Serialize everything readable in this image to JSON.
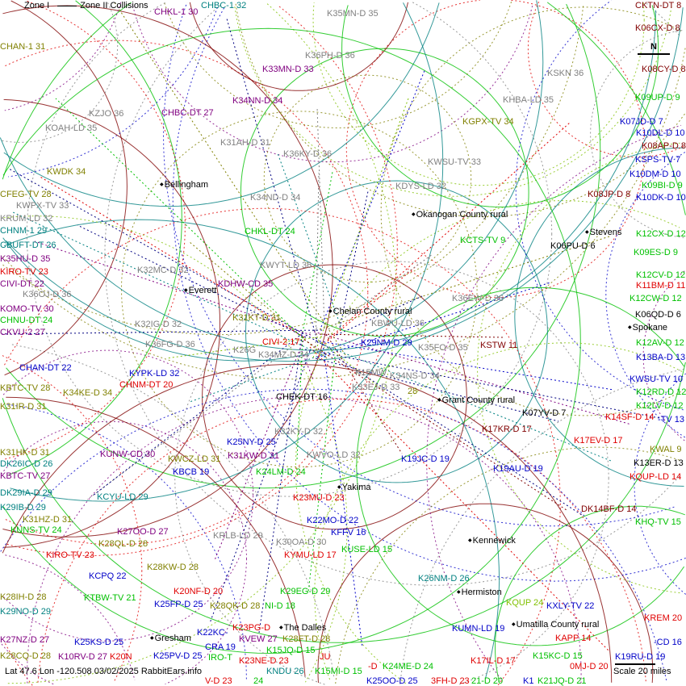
{
  "legend": {
    "zone1": "Zone I",
    "zone2": "Zone II Collisions"
  },
  "footer": "Lat 47.6 Lon -120.508 03/02/2025 RabbitEars.info",
  "scale": "Scale 20 miles",
  "north": "N",
  "colors": {
    "darkred": "#800000",
    "red": "#e00000",
    "blue": "#0000c8",
    "green": "#00c000",
    "olive": "#808000",
    "purple": "#800080",
    "teal": "#008080",
    "gray": "#808080",
    "black": "#000000",
    "lime": "#80c000"
  },
  "cities": [
    "Bellingham",
    "Okanogan County rural",
    "Stevens",
    "Everett",
    "Chelan County rural",
    "Spokane",
    "Grant County rural",
    "Yakima",
    "Kennewick",
    "Hermiston",
    "Umatilla County rural",
    "The Dalles",
    "Gresham"
  ],
  "stations": [
    {
      "text": "CHKL-1 30",
      "color": "purple"
    },
    {
      "text": "CHBC-1 32",
      "color": "teal"
    },
    {
      "text": "K35MN-D 35",
      "color": "gray"
    },
    {
      "text": "CKTN-DT 8",
      "color": "darkred"
    },
    {
      "text": "K06CX-D 8",
      "color": "darkred"
    },
    {
      "text": "CHAN-1 31",
      "color": "olive"
    },
    {
      "text": "K36PH-D 36",
      "color": "gray"
    },
    {
      "text": "K08CY-D 8",
      "color": "darkred"
    },
    {
      "text": "K33MN-D 33",
      "color": "purple"
    },
    {
      "text": "KSKN 36",
      "color": "gray"
    },
    {
      "text": "K09UP-D 9",
      "color": "green"
    },
    {
      "text": "KHBA-LD 35",
      "color": "gray"
    },
    {
      "text": "K34NN-D 34",
      "color": "purple"
    },
    {
      "text": "KZJO 36",
      "color": "gray"
    },
    {
      "text": "CHBC-DT 27",
      "color": "purple"
    },
    {
      "text": "KGPX-TV 34",
      "color": "olive"
    },
    {
      "text": "K07JD-D 7",
      "color": "blue"
    },
    {
      "text": "K10DL-D 10",
      "color": "blue"
    },
    {
      "text": "KOAH-LD 35",
      "color": "gray"
    },
    {
      "text": "K08AP-D 8",
      "color": "darkred"
    },
    {
      "text": "KSPS-TV 7",
      "color": "blue"
    },
    {
      "text": "K31AH-D 31",
      "color": "gray"
    },
    {
      "text": "K36KY-D 36",
      "color": "gray"
    },
    {
      "text": "KWSU-TV 33",
      "color": "gray"
    },
    {
      "text": "K10DM-D 10",
      "color": "blue"
    },
    {
      "text": "KWDK 34",
      "color": "olive"
    },
    {
      "text": "K09BI-D 9",
      "color": "green"
    },
    {
      "text": "KDYS-LD 32",
      "color": "gray"
    },
    {
      "text": "K10DK-D 10",
      "color": "blue"
    },
    {
      "text": "CFEG-TV 28",
      "color": "olive"
    },
    {
      "text": "K08JP-D 8",
      "color": "darkred"
    },
    {
      "text": "KWPX-TV 33",
      "color": "gray"
    },
    {
      "text": "K34ND-D 34",
      "color": "gray"
    },
    {
      "text": "KRUM-LD 32",
      "color": "gray"
    },
    {
      "text": "CHNM-1 29",
      "color": "teal"
    },
    {
      "text": "CHKL-DT 24",
      "color": "green"
    },
    {
      "text": "K12CX-D 12",
      "color": "green"
    },
    {
      "text": "CBUFT-DT 26",
      "color": "teal"
    },
    {
      "text": "KCTS-TV 9",
      "color": "green"
    },
    {
      "text": "K06PU-D 6",
      "color": "black"
    },
    {
      "text": "K09ES-D 9",
      "color": "green"
    },
    {
      "text": "K35HU-D 35",
      "color": "purple"
    },
    {
      "text": "KIRO-TV 23",
      "color": "red"
    },
    {
      "text": "KWYT-LD 36",
      "color": "gray"
    },
    {
      "text": "K32MC-D 32",
      "color": "gray"
    },
    {
      "text": "CIVI-DT 22",
      "color": "purple"
    },
    {
      "text": "K12CV-D 12",
      "color": "green"
    },
    {
      "text": "K36OJ-D 36",
      "color": "gray"
    },
    {
      "text": "KDHW-CD 35",
      "color": "purple"
    },
    {
      "text": "K11BM-D 11",
      "color": "red"
    },
    {
      "text": "K12CW-D 12",
      "color": "green"
    },
    {
      "text": "KOMO-TV 30",
      "color": "purple"
    },
    {
      "text": "K36EW-D 36",
      "color": "gray"
    },
    {
      "text": "CHNU-DT 24",
      "color": "green"
    },
    {
      "text": "K06QD-D 6",
      "color": "black"
    },
    {
      "text": "K31KT-D 31",
      "color": "olive"
    },
    {
      "text": "KBWU-LD 36",
      "color": "gray"
    },
    {
      "text": "K32IG-D 32",
      "color": "gray"
    },
    {
      "text": "CKVU-2 27",
      "color": "purple"
    },
    {
      "text": "K36FG-D 36",
      "color": "gray"
    },
    {
      "text": "CIVI-2 17",
      "color": "red"
    },
    {
      "text": "K29NM-D 29",
      "color": "blue"
    },
    {
      "text": "K35FO-D 35",
      "color": "gray"
    },
    {
      "text": "KSTW 11",
      "color": "darkred"
    },
    {
      "text": "K12AV-D 12",
      "color": "green"
    },
    {
      "text": "K13BA-D 13",
      "color": "blue"
    },
    {
      "text": "K26G",
      "color": "gray"
    },
    {
      "text": "K34MZ-D 34",
      "color": "gray"
    },
    {
      "text": "CHAN-DT 22",
      "color": "blue"
    },
    {
      "text": "KYPK-LD 32",
      "color": "blue"
    },
    {
      "text": "K15MW",
      "color": "gray"
    },
    {
      "text": "K34NS-D 34",
      "color": "gray"
    },
    {
      "text": "KWSU-TV 10",
      "color": "blue"
    },
    {
      "text": "CHNM-DT 20",
      "color": "red"
    },
    {
      "text": "KBTC-TV 28",
      "color": "olive"
    },
    {
      "text": "K33EJ-D 33",
      "color": "gray"
    },
    {
      "text": "28",
      "color": "olive"
    },
    {
      "text": "K12RD-D 12",
      "color": "green"
    },
    {
      "text": "K34KE-D 34",
      "color": "olive"
    },
    {
      "text": "CHEK-DT 16",
      "color": "black"
    },
    {
      "text": "K12LV-D 12",
      "color": "green"
    },
    {
      "text": "K31IR-D 31",
      "color": "olive"
    },
    {
      "text": "K07YV-D 7",
      "color": "black"
    },
    {
      "text": "K14SF-D 14",
      "color": "red"
    },
    {
      "text": "-TV 13",
      "color": "blue"
    },
    {
      "text": "K32KY-D 32",
      "color": "gray"
    },
    {
      "text": "K17KR-D 17",
      "color": "darkred"
    },
    {
      "text": "K25NY-D 25",
      "color": "blue"
    },
    {
      "text": "K17EV-D 17",
      "color": "red"
    },
    {
      "text": "K31KW-D 31",
      "color": "purple"
    },
    {
      "text": "KUNW-CD 30",
      "color": "purple"
    },
    {
      "text": "K31HK-D 31",
      "color": "olive"
    },
    {
      "text": "KWAL 9",
      "color": "olive"
    },
    {
      "text": "KWCZ-LD 31",
      "color": "olive"
    },
    {
      "text": "KWVO-LD 32",
      "color": "gray"
    },
    {
      "text": "K19JC-D 19",
      "color": "blue"
    },
    {
      "text": "DK26IC-D 26",
      "color": "teal"
    },
    {
      "text": "K13ER-D 13",
      "color": "black"
    },
    {
      "text": "K19AU-D 19",
      "color": "blue"
    },
    {
      "text": "KBCB 19",
      "color": "blue"
    },
    {
      "text": "K24LM-D 24",
      "color": "green"
    },
    {
      "text": "KBTC-TV 27",
      "color": "purple"
    },
    {
      "text": "KQUP-LD 14",
      "color": "red"
    },
    {
      "text": "DK29IA-D 29",
      "color": "teal"
    },
    {
      "text": "KCYU-LD 29",
      "color": "teal"
    },
    {
      "text": "K23MU-D 23",
      "color": "red"
    },
    {
      "text": "K29IB-D 29",
      "color": "teal"
    },
    {
      "text": "DK14BF-D 14",
      "color": "darkred"
    },
    {
      "text": "K31HZ-D 31",
      "color": "olive"
    },
    {
      "text": "K22MO-D 22",
      "color": "blue"
    },
    {
      "text": "KHQ-TV 15",
      "color": "green"
    },
    {
      "text": "KUNS-TV 24",
      "color": "green"
    },
    {
      "text": "K27OO-D 27",
      "color": "purple"
    },
    {
      "text": "KFFV 16",
      "color": "blue"
    },
    {
      "text": "K28QL-D 28",
      "color": "olive"
    },
    {
      "text": "KRLB-LD 29",
      "color": "gray"
    },
    {
      "text": "K30OA-D 30",
      "color": "gray"
    },
    {
      "text": "KUSE-LD 15",
      "color": "green"
    },
    {
      "text": "KIRO-TV 23",
      "color": "red"
    },
    {
      "text": "KYMU-LD 17",
      "color": "red"
    },
    {
      "text": "K28KW-D 28",
      "color": "olive"
    },
    {
      "text": "KCPQ 22",
      "color": "blue"
    },
    {
      "text": "K26NM-D 26",
      "color": "teal"
    },
    {
      "text": "K20NF-D 20",
      "color": "red"
    },
    {
      "text": "K29EG-D 29",
      "color": "green"
    },
    {
      "text": "K28IH-D 28",
      "color": "olive"
    },
    {
      "text": "KTBW-TV 21",
      "color": "green"
    },
    {
      "text": "K28QK-D 28",
      "color": "olive"
    },
    {
      "text": "NI-D 18",
      "color": "green"
    },
    {
      "text": "KQUP 24",
      "color": "lime"
    },
    {
      "text": "K25FP-D 25",
      "color": "blue"
    },
    {
      "text": "KXLY-TV 22",
      "color": "blue"
    },
    {
      "text": "K29NO-D 29",
      "color": "teal"
    },
    {
      "text": "KREM 20",
      "color": "red"
    },
    {
      "text": "KAPP 14",
      "color": "red"
    },
    {
      "text": "KUMN-LD 19",
      "color": "blue"
    },
    {
      "text": "K28FT-D 28",
      "color": "olive"
    },
    {
      "text": "K27NZ-D 27",
      "color": "purple"
    },
    {
      "text": "KVEW 27",
      "color": "purple"
    },
    {
      "text": "K25PV-D 25",
      "color": "blue"
    },
    {
      "text": "IRO-T",
      "color": "green"
    },
    {
      "text": "K23NE-D 23",
      "color": "red"
    },
    {
      "text": "K28CQ-D 28",
      "color": "olive"
    },
    {
      "text": "K17IL-D 17",
      "color": "red"
    },
    {
      "text": "K15KC-D 15",
      "color": "green"
    },
    {
      "text": "K15JQ-D 15",
      "color": "green"
    },
    {
      "text": "KNDU 26",
      "color": "teal"
    },
    {
      "text": "K15MI-D 15",
      "color": "green"
    },
    {
      "text": "K10RV-D 27",
      "color": "purple"
    },
    {
      "text": "K20N",
      "color": "red"
    },
    {
      "text": "K25KS-D 25",
      "color": "blue"
    },
    {
      "text": "V-D 23",
      "color": "red"
    },
    {
      "text": "CRA 19",
      "color": "blue"
    },
    {
      "text": "K22KC-",
      "color": "blue"
    },
    {
      "text": "K23PG-D",
      "color": "red"
    },
    {
      "text": "24",
      "color": "green"
    },
    {
      "text": "JU",
      "color": "red"
    },
    {
      "text": "K25OO-D 25",
      "color": "blue"
    },
    {
      "text": "-D",
      "color": "red"
    },
    {
      "text": "K24ME-D 24",
      "color": "green"
    },
    {
      "text": "3FH-D 23",
      "color": "red"
    },
    {
      "text": "21-D 20",
      "color": "green"
    },
    {
      "text": "K1",
      "color": "blue"
    },
    {
      "text": "K21JQ-D 21",
      "color": "green"
    },
    {
      "text": "0MJ-D 20",
      "color": "red"
    },
    {
      "text": "K19RU-D 19",
      "color": "blue"
    },
    {
      "text": "-CD 16",
      "color": "blue"
    }
  ]
}
